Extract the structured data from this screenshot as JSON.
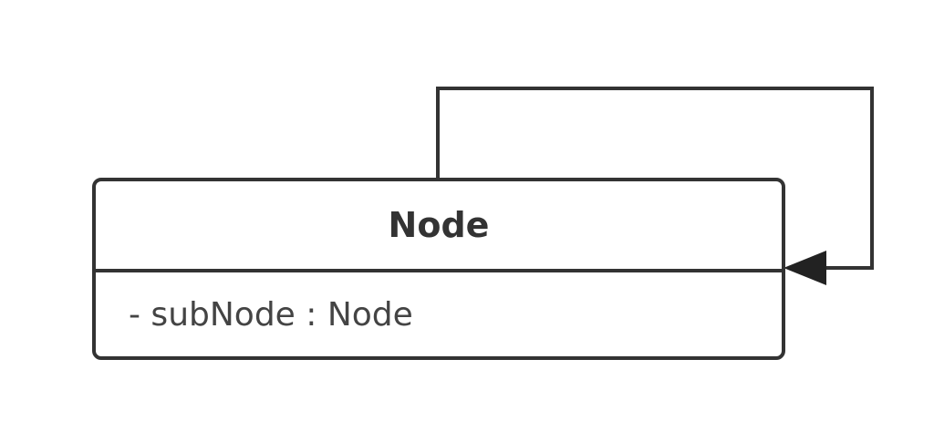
{
  "classes": [
    {
      "name": "Node",
      "attributes": [
        "- subNode : Node"
      ]
    }
  ],
  "associations": [
    {
      "source": "Node",
      "target": "Node",
      "type": "self-association",
      "arrowhead": "filled-triangle"
    }
  ]
}
